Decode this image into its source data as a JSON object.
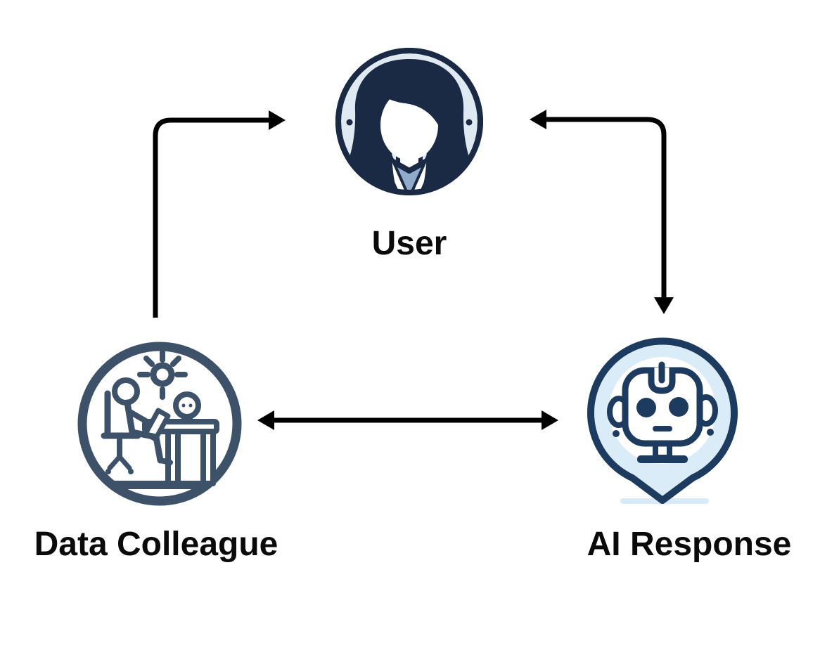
{
  "diagram": {
    "type": "flow-diagram",
    "nodes": [
      {
        "id": "user",
        "label": "User",
        "icon": "female-user-avatar-icon",
        "position": "top-center"
      },
      {
        "id": "data-colleague",
        "label": "Data Colleague",
        "icon": "person-at-desk-icon",
        "position": "bottom-left"
      },
      {
        "id": "ai-response",
        "label": "AI Response",
        "icon": "robot-speech-bubble-icon",
        "position": "bottom-right"
      }
    ],
    "edges": [
      {
        "from": "data-colleague",
        "to": "user",
        "style": "elbow",
        "direction": "one-way"
      },
      {
        "from": "user",
        "to": "ai-response",
        "style": "elbow",
        "direction": "two-way"
      },
      {
        "from": "data-colleague",
        "to": "ai-response",
        "style": "straight",
        "direction": "two-way"
      }
    ],
    "colors": {
      "background": "#ffffff",
      "arrow": "#000000",
      "label": "#0a0a0a",
      "avatar_outline": "#1a2944",
      "avatar_bg": "#dfe9f2",
      "avatar_shirt": "#90abcb",
      "colleague_outline": "#3d5269",
      "bubble_fill": "#d9ecf8",
      "bubble_outline": "#1d3b5e",
      "bubble_shadow": "#d8eaf7"
    }
  }
}
